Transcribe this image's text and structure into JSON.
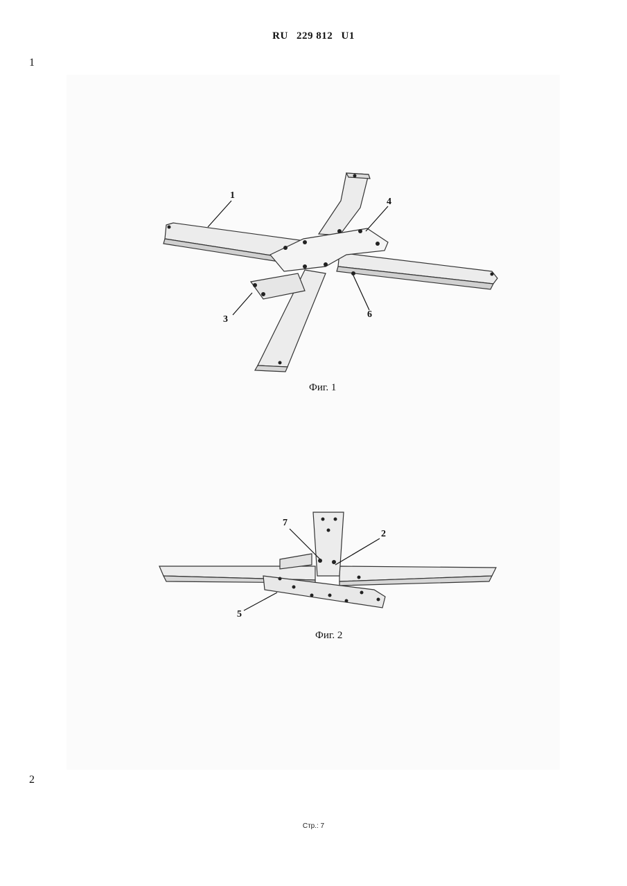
{
  "header": {
    "country": "RU",
    "number": "229 812",
    "kind": "U1"
  },
  "margin_numbers": {
    "top": "1",
    "bottom": "2"
  },
  "figures": [
    {
      "caption": "Фиг. 1",
      "callouts": [
        "1",
        "4",
        "3",
        "6"
      ]
    },
    {
      "caption": "Фиг. 2",
      "callouts": [
        "7",
        "2",
        "5"
      ]
    }
  ],
  "footer": {
    "page_label": "Стр.: 7"
  }
}
